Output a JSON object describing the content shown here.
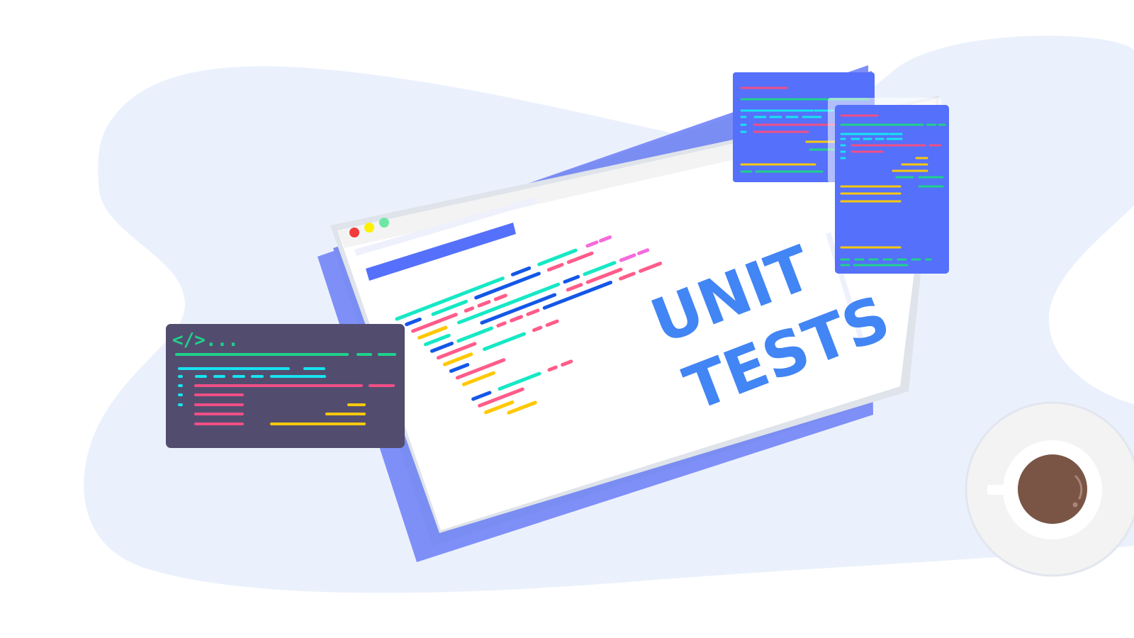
{
  "illustration": {
    "title_line1": "UNIT",
    "title_line2": "TESTS",
    "code_tag": "</>...",
    "subject": "unit-tests-banner"
  },
  "colors": {
    "background": "#ffffff",
    "blob": "#ebf1fc",
    "browser_frame": "#ffffff",
    "browser_toolbar": "#f3f3f3",
    "browser_shadow": "#7f8ff8",
    "title_blue": "#4285f4",
    "dark_terminal": "#524d6f",
    "blue_panel": "#5570fa",
    "line_green": "#1fd18b",
    "line_cyan": "#17e3f0",
    "line_pink": "#f04f85",
    "line_yellow": "#f6c90e",
    "line_blue": "#1457e8",
    "line_magenta": "#f56bdc",
    "line_teal": "#16e8c5",
    "dot_red": "#f23c3c",
    "dot_yellow": "#fff000",
    "dot_green": "#6ee7a6",
    "coffee": "#7a5546",
    "saucer": "#f3f3f3"
  },
  "browser_window": {
    "dots": [
      "red",
      "yellow",
      "green"
    ]
  },
  "coffee_cup": {
    "label": "coffee-cup"
  }
}
